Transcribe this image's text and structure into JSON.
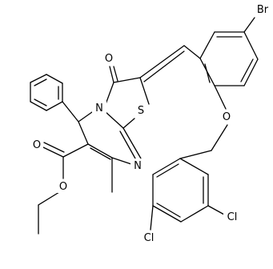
{
  "diagram": {
    "type": "skeletal-structure",
    "atom_labels": {
      "br": "Br",
      "o_carbonyl": "O",
      "n": "N",
      "s": "S",
      "o_ether": "O",
      "n_imine": "N",
      "o_ester_carbonyl": "O",
      "o_ester": "O",
      "cl_ortho": "Cl",
      "cl_para": "Cl"
    }
  }
}
